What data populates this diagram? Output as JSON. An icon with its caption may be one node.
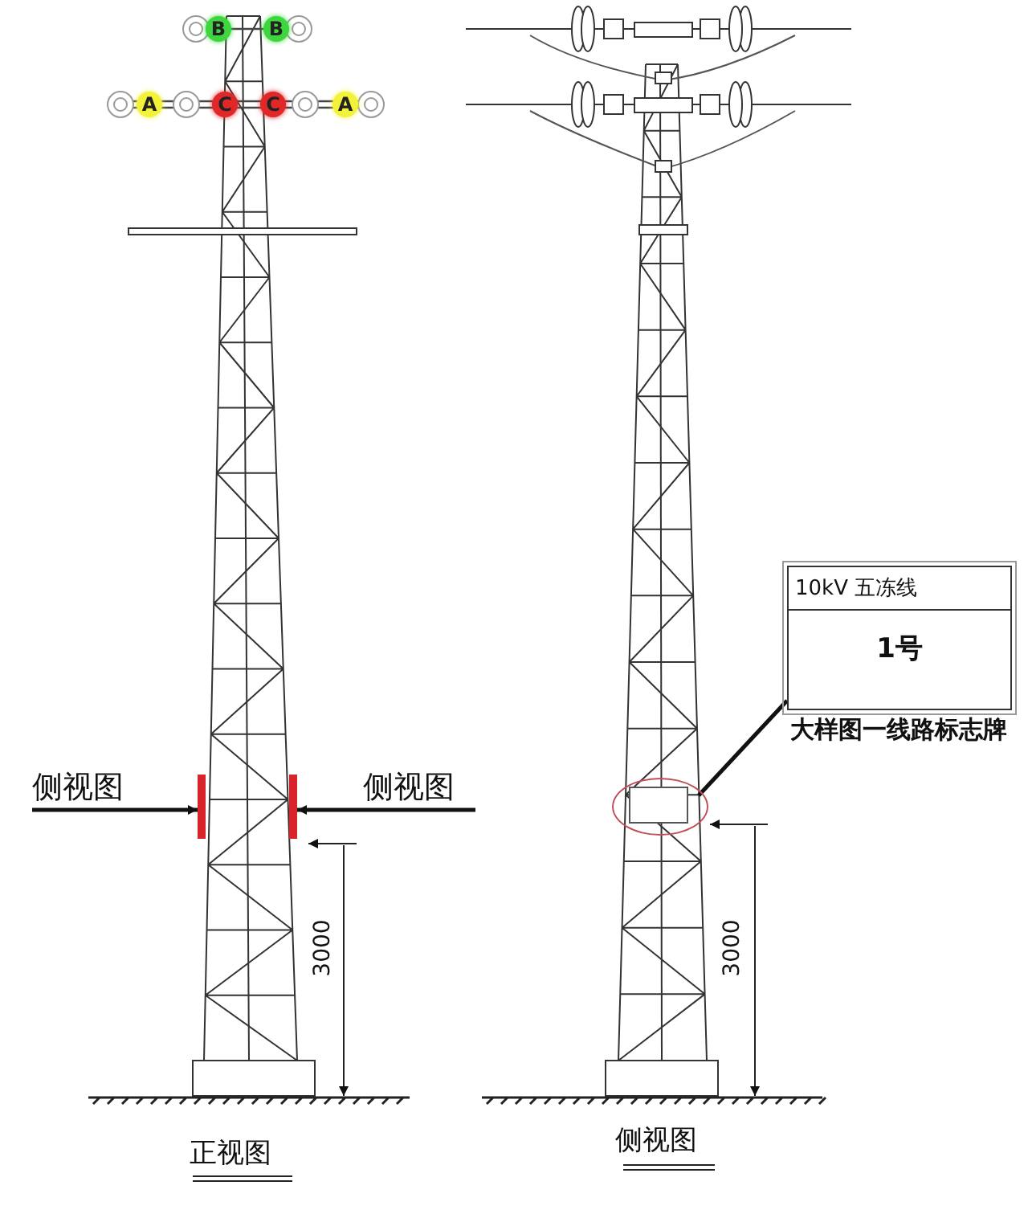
{
  "diagram": {
    "nodes": [
      {
        "text": [
          "B"
        ]
      },
      {
        "text": [
          "B"
        ]
      },
      {
        "text": [
          "A"
        ]
      },
      {
        "text": [
          "C"
        ]
      },
      {
        "text": [
          "C"
        ]
      },
      {
        "text": [
          "A"
        ]
      },
      {
        "text": [
          "侧视图"
        ]
      },
      {
        "text": [
          "侧视图"
        ]
      },
      {
        "text": [],
        "shape": "bar"
      },
      {
        "text": [],
        "shape": "bar"
      },
      {
        "text": [
          "10kV 五冻线",
          "1号"
        ],
        "beside": [
          "大样图一线路标志牌"
        ]
      },
      {
        "text": [],
        "shape": "circle"
      }
    ],
    "edges": [
      {
        "from": 6,
        "to": 8,
        "arrow": "to"
      },
      {
        "from": 7,
        "to": 9,
        "arrow": "to"
      },
      {
        "from": 10,
        "to": 11,
        "arrow": "none"
      }
    ],
    "labels": [
      "3000",
      "3000",
      "正视图",
      "侧视图"
    ]
  }
}
